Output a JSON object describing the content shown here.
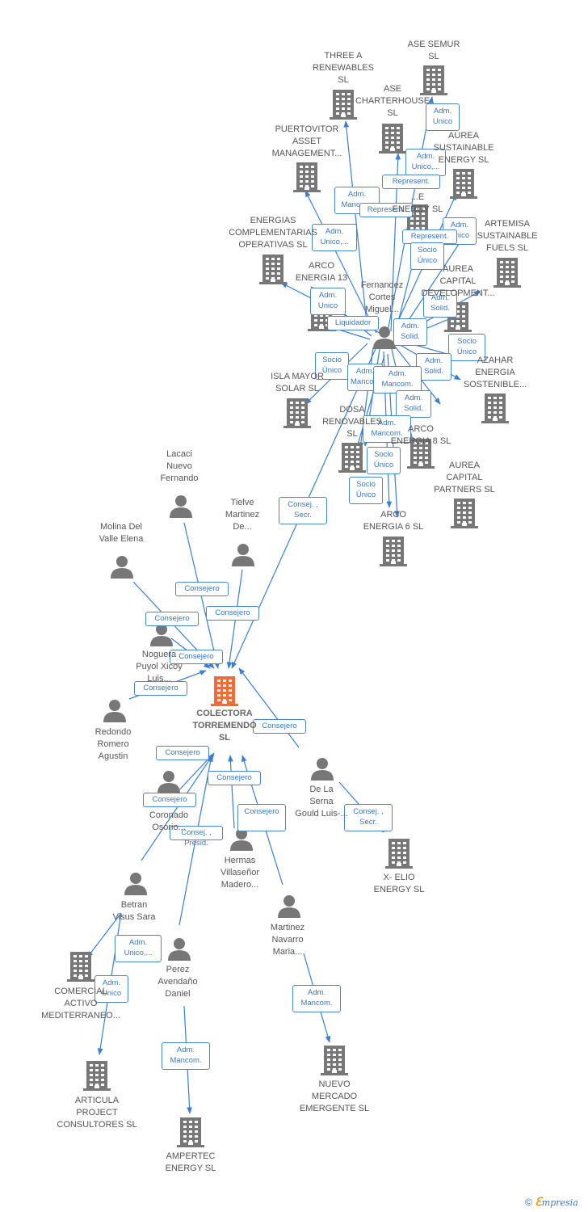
{
  "colors": {
    "link": "#3a7fd0",
    "icon": "#777777",
    "focus": "#f26b38",
    "label": "#555555"
  },
  "nodes": [
    {
      "id": "focus",
      "kind": "company-focus",
      "label": "COLECTORA\nTORREMENDO\nSL"
    },
    {
      "id": "three",
      "kind": "company",
      "label": "THREE A\nRENEWABLES\nSL"
    },
    {
      "id": "semur",
      "kind": "company",
      "label": "ASE SEMUR\nSL"
    },
    {
      "id": "charter",
      "kind": "company",
      "label": "ASE\nCHARTERHOUSE\nSL"
    },
    {
      "id": "puertovitor",
      "kind": "company",
      "label": "PUERTOVITOR\nASSET\nMANAGEMENT..."
    },
    {
      "id": "aureasus",
      "kind": "company",
      "label": "AUREA\nSUSTAINABLE\nENERGY  SL"
    },
    {
      "id": "hidden_e",
      "kind": "company",
      "label": "...E\nENERGY  SL"
    },
    {
      "id": "energias",
      "kind": "company",
      "label": "ENERGIAS\nCOMPLEMENTARIAS\nOPERATIVAS SL"
    },
    {
      "id": "artemisa",
      "kind": "company",
      "label": "ARTEMISA\nSUSTAINABLE\nFUELS  SL"
    },
    {
      "id": "arco13",
      "kind": "company",
      "label": "ARCO\nENERGIA 13"
    },
    {
      "id": "aureadev",
      "kind": "company",
      "label": "AUREA\nCAPITAL\nDEVELOPMENT..."
    },
    {
      "id": "azahar",
      "kind": "company",
      "label": "AZAHAR\nENERGIA\nSOSTENIBLE..."
    },
    {
      "id": "isla",
      "kind": "company",
      "label": "ISLA MAYOR\nSOLAR  SL"
    },
    {
      "id": "dosa",
      "kind": "company",
      "label": "DOSA\nRENOVABLES\nSL"
    },
    {
      "id": "arco8",
      "kind": "company",
      "label": "ARCO\nENERGIA 8  SL"
    },
    {
      "id": "aureacp",
      "kind": "company",
      "label": "AUREA\nCAPITAL\nPARTNERS  SL"
    },
    {
      "id": "arco6",
      "kind": "company",
      "label": "ARCO\nENERGIA 6  SL"
    },
    {
      "id": "xelio",
      "kind": "company",
      "label": "X- ELIO\nENERGY  SL"
    },
    {
      "id": "comercial",
      "kind": "company",
      "label": "COMERCIAL\nACTIVO\nMEDITERRANEO..."
    },
    {
      "id": "articula",
      "kind": "company",
      "label": "ARTICULA\nPROJECT\nCONSULTORES SL"
    },
    {
      "id": "nuevo",
      "kind": "company",
      "label": "NUEVO\nMERCADO\nEMERGENTE SL"
    },
    {
      "id": "ampertec",
      "kind": "company",
      "label": "AMPERTEC\nENERGY  SL"
    },
    {
      "id": "fernandez",
      "kind": "person",
      "label": "Fernandez\nCortes\nMiguel..."
    },
    {
      "id": "lacaci",
      "kind": "person",
      "label": "Lacaci\nNuevo\nFernando"
    },
    {
      "id": "tielve",
      "kind": "person",
      "label": "Tielve\nMartinez\nDe..."
    },
    {
      "id": "molina",
      "kind": "person",
      "label": "Molina Del\nValle Elena"
    },
    {
      "id": "noguera",
      "kind": "person",
      "label": "Noguera\nPuyol Xicoy\nLuis..."
    },
    {
      "id": "redondo",
      "kind": "person",
      "label": "Redondo\nRomero\nAgustin"
    },
    {
      "id": "coronado",
      "kind": "person",
      "label": "Coronado\nOsorio..."
    },
    {
      "id": "delaserna",
      "kind": "person",
      "label": "De La\nSerna\nGould Luis-..."
    },
    {
      "id": "hermas",
      "kind": "person",
      "label": "Hermas\nVillaseñor\nMadero..."
    },
    {
      "id": "betran",
      "kind": "person",
      "label": "Betran\nVisus Sara"
    },
    {
      "id": "martinez",
      "kind": "person",
      "label": "Martinez\nNavarro\nMaria..."
    },
    {
      "id": "perez",
      "kind": "person",
      "label": "Perez\nAvendaño\nDaniel"
    }
  ],
  "edges": [
    {
      "from": "fernandez",
      "to": "three",
      "label": "Adm.\nMancom."
    },
    {
      "from": "fernandez",
      "to": "semur",
      "label": "Adm.\nUnico"
    },
    {
      "from": "fernandez",
      "to": "charter",
      "label": "Adm.\nUnico,..."
    },
    {
      "from": "fernandez",
      "to": "aureasus",
      "label": "Represent."
    },
    {
      "from": "fernandez",
      "to": "hidden_e",
      "label": "Represent."
    },
    {
      "from": "fernandez",
      "to": "puertovitor",
      "label": "Adm.\nUnico,..."
    },
    {
      "from": "fernandez",
      "to": "artemisa",
      "label": "Adm.\nUnico"
    },
    {
      "from": "fernandez",
      "to": "energias",
      "label": "Represent."
    },
    {
      "from": "fernandez",
      "to": "aureadev",
      "label": "Socio\nÚnico"
    },
    {
      "from": "fernandez",
      "to": "arco13",
      "label": "Adm.\nUnico"
    },
    {
      "from": "fernandez",
      "to": "aureadev",
      "label": "Adm.\nSolid."
    },
    {
      "from": "fernandez",
      "to": "arco13",
      "label": "Liquidador"
    },
    {
      "from": "fernandez",
      "to": "aureacp",
      "label": "Adm.\nSolid."
    },
    {
      "from": "fernandez",
      "to": "azahar",
      "label": "Socio\nÚnico"
    },
    {
      "from": "fernandez",
      "to": "isla",
      "label": "Socio\nÚnico"
    },
    {
      "from": "fernandez",
      "to": "dosa",
      "label": "Adm.\nMancom."
    },
    {
      "from": "fernandez",
      "to": "azahar",
      "label": "Adm.\nSolid."
    },
    {
      "from": "fernandez",
      "to": "arco8",
      "label": "Adm.\nMancom."
    },
    {
      "from": "fernandez",
      "to": "arco8",
      "label": "Adm.\nSolid."
    },
    {
      "from": "fernandez",
      "to": "arco6",
      "label": "Adm.\nMancom."
    },
    {
      "from": "fernandez",
      "to": "arco6",
      "label": "Socio\nÚnico"
    },
    {
      "from": "fernandez",
      "to": "dosa",
      "label": "Socio\nÚnico"
    },
    {
      "from": "fernandez",
      "to": "focus",
      "label": "Consej. ,\nSecr."
    },
    {
      "from": "lacaci",
      "to": "focus",
      "label": "Consejero"
    },
    {
      "from": "tielve",
      "to": "focus",
      "label": "Consejero"
    },
    {
      "from": "molina",
      "to": "focus",
      "label": "Consejero"
    },
    {
      "from": "noguera",
      "to": "focus",
      "label": "Consejero"
    },
    {
      "from": "redondo",
      "to": "focus",
      "label": "Consejero"
    },
    {
      "from": "delaserna",
      "to": "focus",
      "label": "Consejero"
    },
    {
      "from": "coronado",
      "to": "focus",
      "label": "Consejero"
    },
    {
      "from": "hermas",
      "to": "focus",
      "label": "Consejero"
    },
    {
      "from": "betran",
      "to": "focus",
      "label": "Consejero"
    },
    {
      "from": "martinez",
      "to": "focus",
      "label": "Consej. ,\nPresid."
    },
    {
      "from": "perez",
      "to": "focus",
      "label": "Consejero"
    },
    {
      "from": "delaserna",
      "to": "xelio",
      "label": "Consej. ,\nSecr."
    },
    {
      "from": "betran",
      "to": "comercial",
      "label": "Adm.\nUnico,..."
    },
    {
      "from": "betran",
      "to": "articula",
      "label": "Adm.\nUnico"
    },
    {
      "from": "martinez",
      "to": "nuevo",
      "label": "Adm.\nMancom."
    },
    {
      "from": "perez",
      "to": "ampertec",
      "label": "Adm.\nMancom."
    }
  ],
  "footer": {
    "copyright": "©",
    "brand_initial": "ℇ",
    "brand_rest": "mpresia"
  }
}
